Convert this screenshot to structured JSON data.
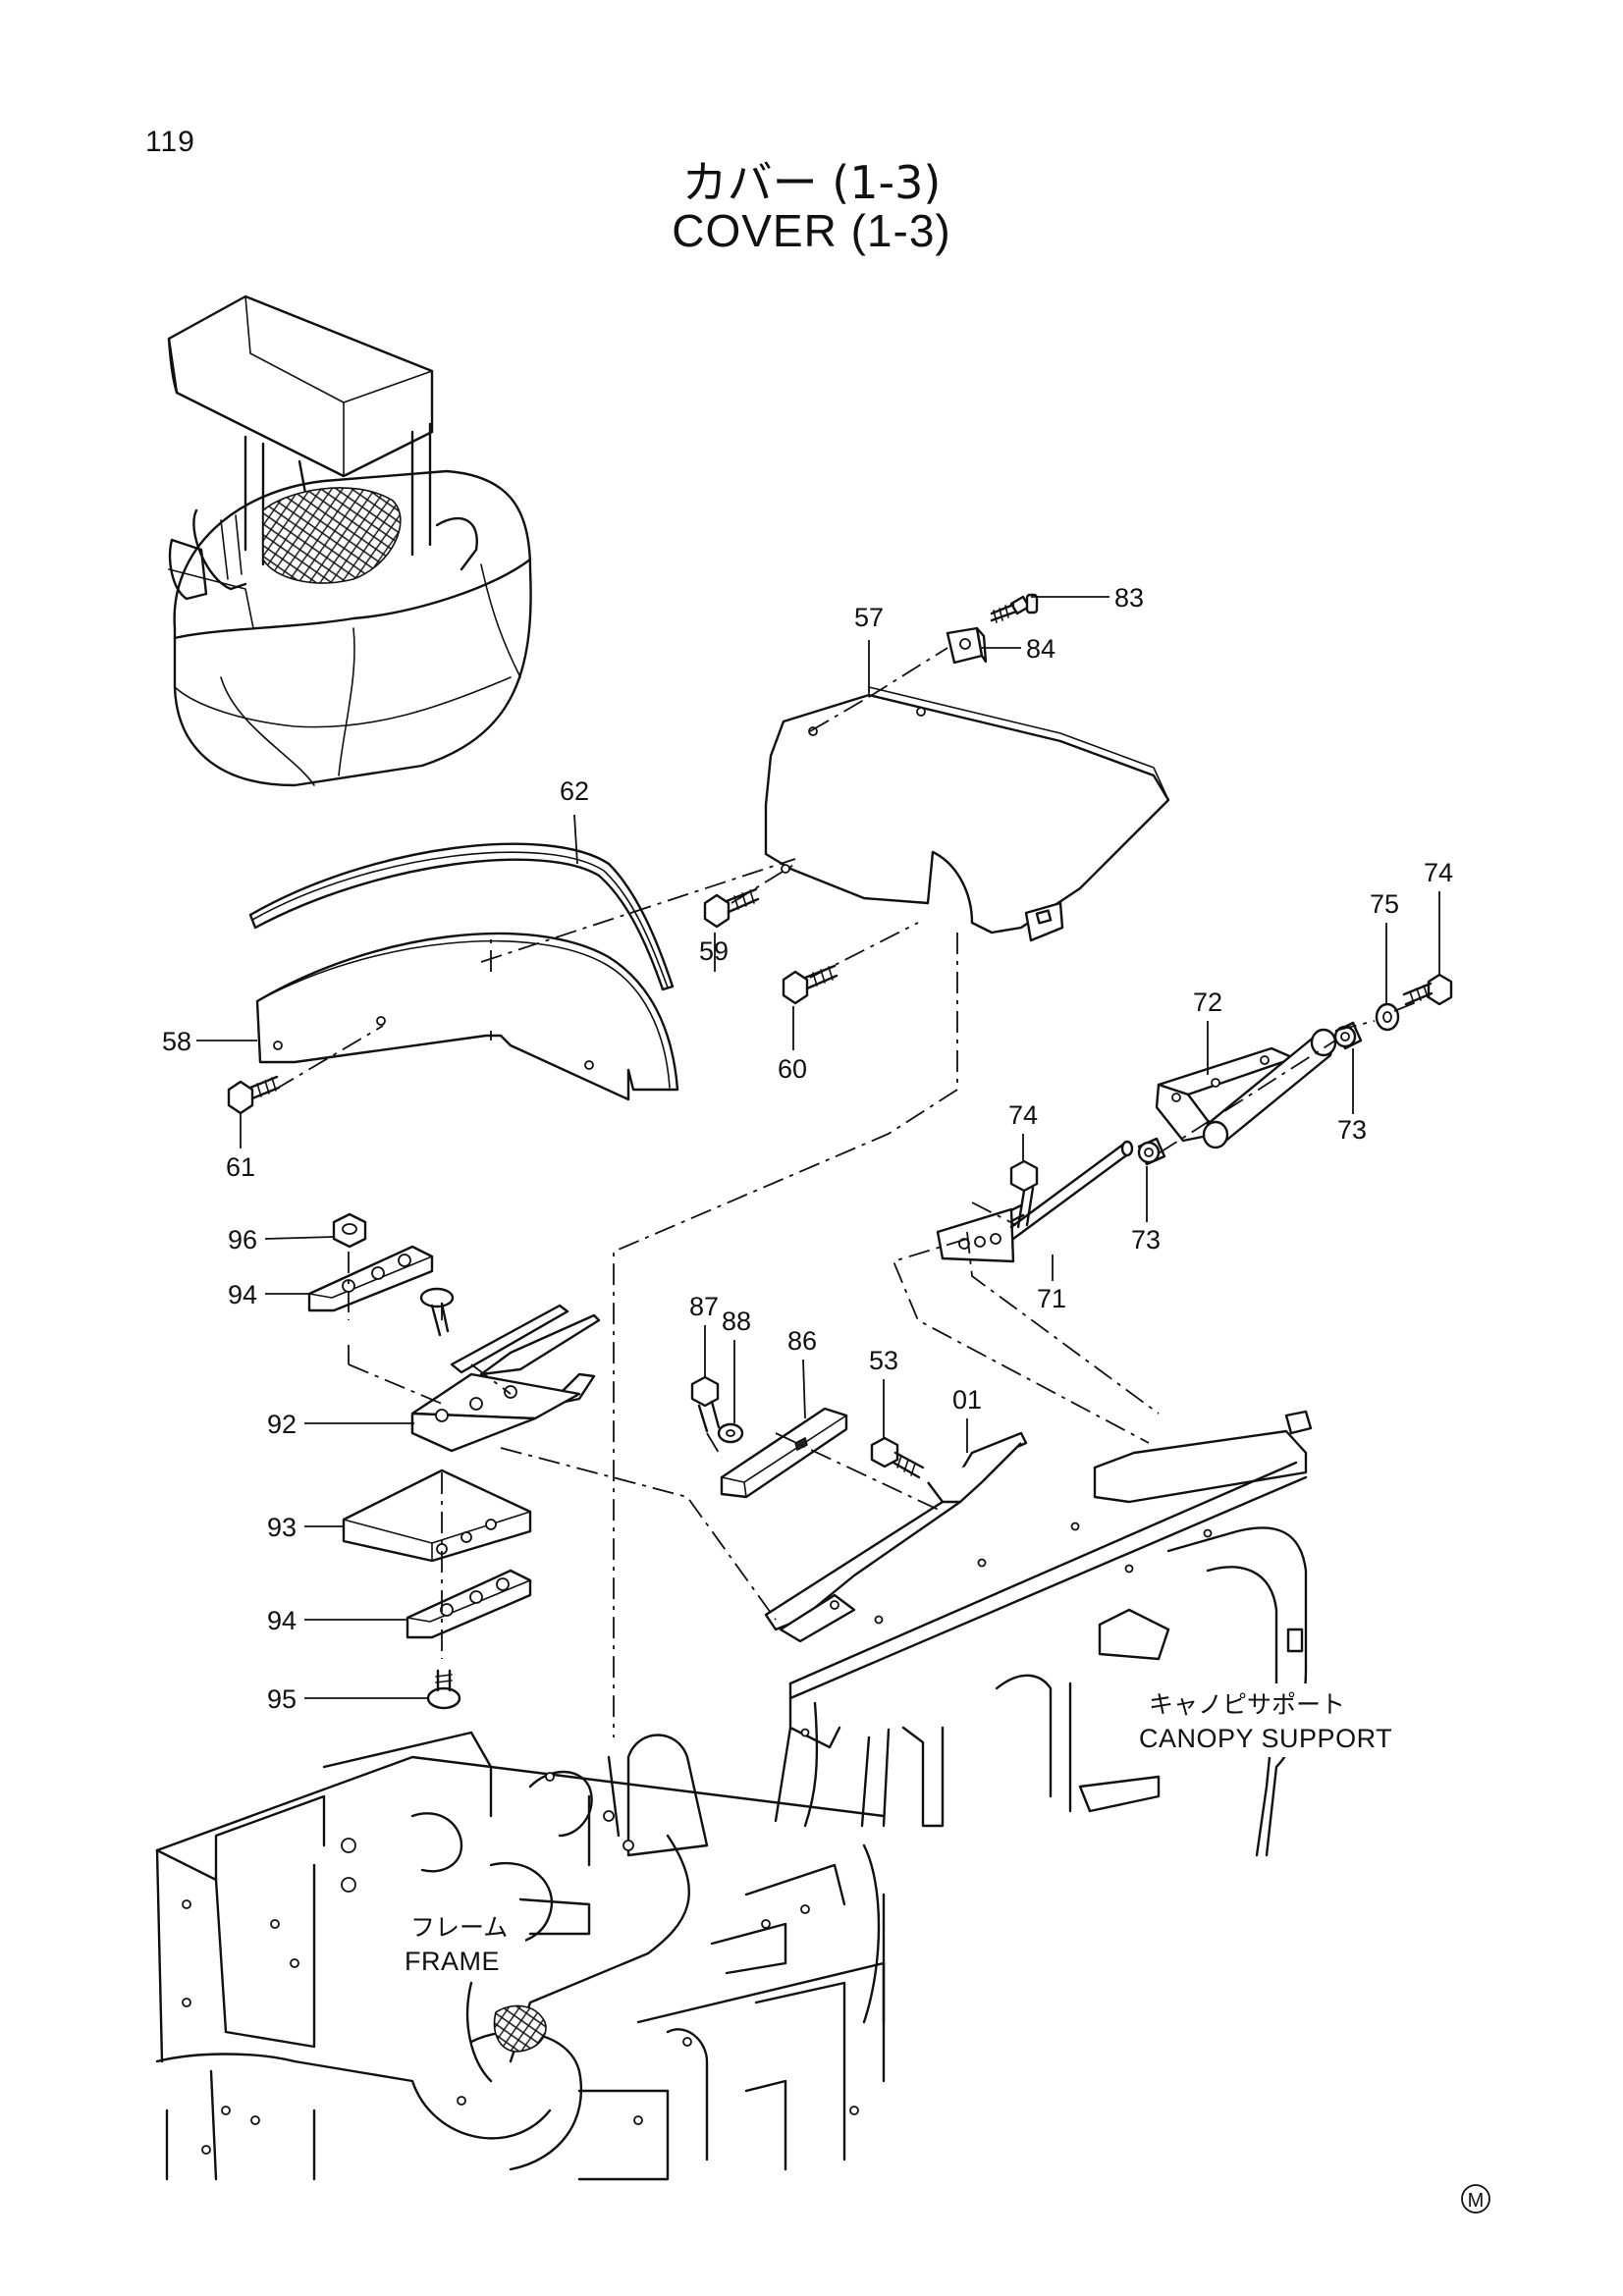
{
  "page_number": "119",
  "title_ja": "カバー (1-3)",
  "title_en": "COVER (1-3)",
  "areas": {
    "canopy_support_ja": "キャノピサポート",
    "canopy_support_en": "CANOPY SUPPORT",
    "frame_ja": "フレーム",
    "frame_en": "FRAME"
  },
  "parts": {
    "p83": "83",
    "p84": "84",
    "p57": "57",
    "p62": "62",
    "p74a": "74",
    "p75": "75",
    "p72": "72",
    "p59": "59",
    "p60": "60",
    "p58": "58",
    "p61": "61",
    "p73a": "73",
    "p74b": "74",
    "p73b": "73",
    "p71": "71",
    "p96": "96",
    "p94a": "94",
    "p87": "87",
    "p88": "88",
    "p86": "86",
    "p53": "53",
    "p01": "01",
    "p92": "92",
    "p93": "93",
    "p94b": "94",
    "p95": "95"
  },
  "mark": "M"
}
